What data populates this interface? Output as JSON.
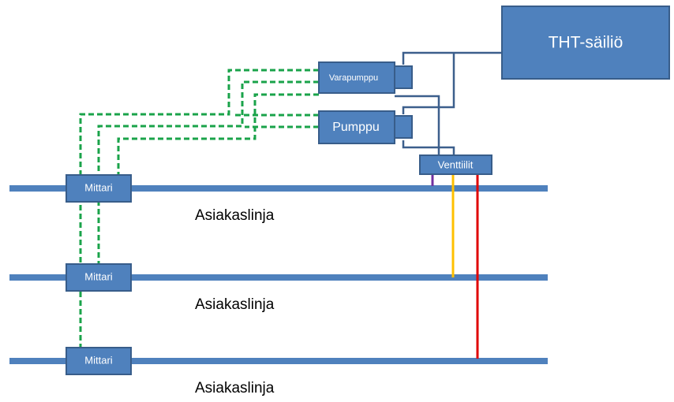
{
  "tank": {
    "label": "THT-säiliö"
  },
  "backup_pump": {
    "label": "Varapumppu"
  },
  "pump": {
    "label": "Pumppu"
  },
  "valves": {
    "label": "Venttiilit"
  },
  "meters": [
    {
      "label": "Mittari"
    },
    {
      "label": "Mittari"
    },
    {
      "label": "Mittari"
    }
  ],
  "lines": [
    {
      "label": "Asiakaslinja"
    },
    {
      "label": "Asiakaslinja"
    },
    {
      "label": "Asiakaslinja"
    }
  ],
  "colors": {
    "box_fill": "#4F81BD",
    "box_stroke": "#385D8A",
    "pipe": "#3C5F8C",
    "customer_line": "#4F81BD",
    "control_signal": "#1AA34A",
    "valve_purple": "#7030A0",
    "valve_yellow": "#FFC000",
    "valve_red": "#E00000",
    "label_text_dark": "#000000",
    "label_text_light": "#FFFFFF"
  }
}
